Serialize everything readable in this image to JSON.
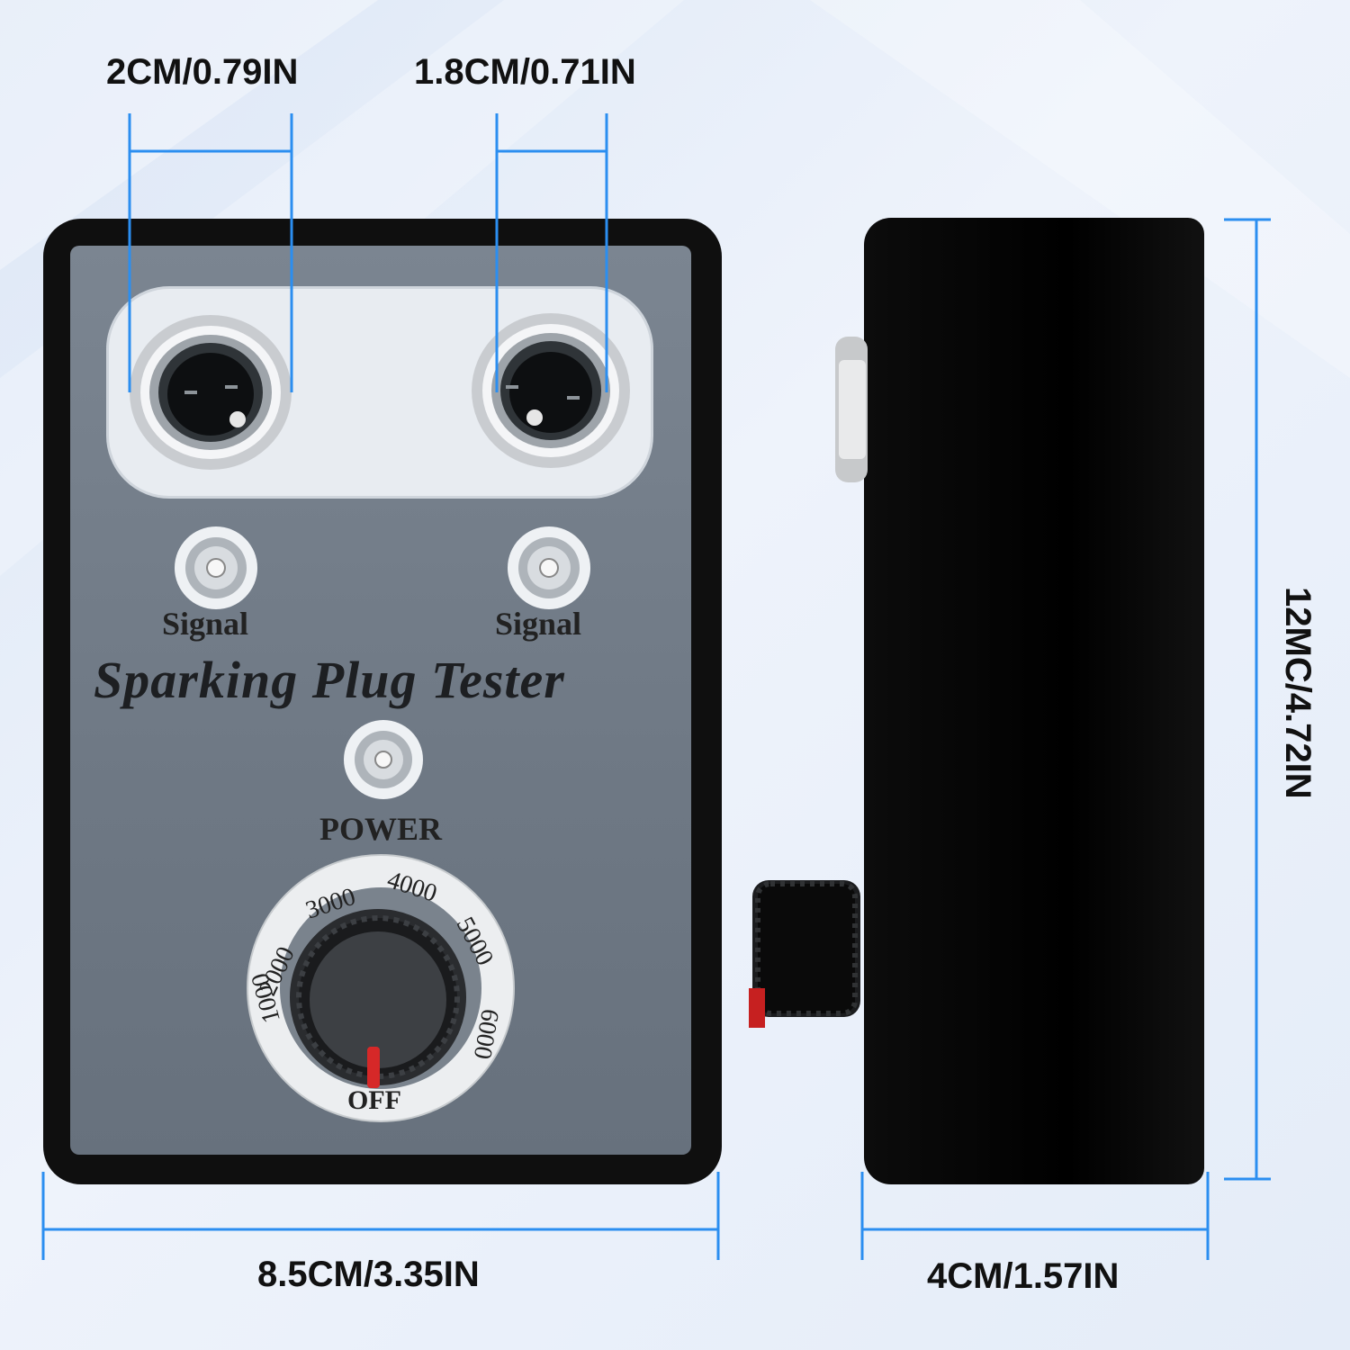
{
  "dimensions": {
    "left_socket": "2CM/0.79IN",
    "right_socket": "1.8CM/0.71IN",
    "width": "8.5CM/3.35IN",
    "depth": "4CM/1.57IN",
    "height": "12MC/4.72IN"
  },
  "device": {
    "signal_left": "Signal",
    "signal_right": "Signal",
    "title": "Sparking Plug Tester",
    "power_label": "POWER",
    "dial_marks": [
      "1000",
      "2000",
      "3000",
      "4000",
      "5000",
      "6000",
      "OFF"
    ]
  },
  "colors": {
    "dimension_line": "#2b8ef0",
    "panel": "#6f7a86",
    "housing": "#111111",
    "indicator": "#d62828"
  }
}
